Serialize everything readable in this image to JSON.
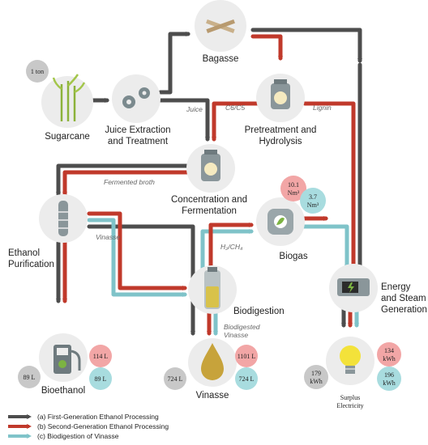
{
  "colors": {
    "first_gen": "#4d4d4d",
    "second_gen": "#c0392b",
    "vinasse": "#7fc3c9",
    "node_bg": "#ececec",
    "badge_red": "#f2a6a6",
    "badge_teal": "#a8dcdf",
    "badge_gray": "#c8c8c8"
  },
  "nodes": {
    "bagasse": "Bagasse",
    "sugarcane": "Sugarcane",
    "juice_line1": "Juice Extraction",
    "juice_line2": "and Treatment",
    "pretreat_line1": "Pretreatment and",
    "pretreat_line2": "Hydrolysis",
    "conc_line1": "Concentration and",
    "conc_line2": "Fermentation",
    "ethanol_line1": "Ethanol",
    "ethanol_line2": "Purification",
    "biogas": "Biogas",
    "energy_line1": "Energy",
    "energy_line2": "and Steam",
    "energy_line3": "Generation",
    "biodigestion": "Biodigestion",
    "bioethanol": "Bioethanol",
    "vinasse": "Vinasse",
    "surplus_line1": "Surplus",
    "surplus_line2": "Electricity"
  },
  "flow_labels": {
    "juice": "Juice",
    "c6c5": "C6/C5",
    "lignin": "Lignin",
    "fermented_broth": "Fermented broth",
    "vinasse": "Vinasse",
    "h2ch4": "H₂/CH₄",
    "biodigested_line1": "Biodigested",
    "biodigested_line2": "Vinasse"
  },
  "badges": {
    "input": "1 ton",
    "biogas_red_1": "10.1",
    "biogas_red_2": "Nm³",
    "biogas_teal_1": "3.7",
    "biogas_teal_2": "Nm³",
    "bioethanol_gray": "89 L",
    "bioethanol_red": "114 L",
    "bioethanol_teal": "89 L",
    "vinasse_gray": "724 L",
    "vinasse_red": "1101 L",
    "vinasse_teal": "724 L",
    "elec_gray_1": "179",
    "elec_gray_2": "kWh",
    "elec_red_1": "134",
    "elec_red_2": "kWh",
    "elec_teal_1": "196",
    "elec_teal_2": "kWh"
  },
  "legend": {
    "a": "(a) First-Generation Ethanol Processing",
    "b": "(b) Second-Generation Ethanol Processing",
    "c": "(c) Biodigestion of Vinasse"
  }
}
